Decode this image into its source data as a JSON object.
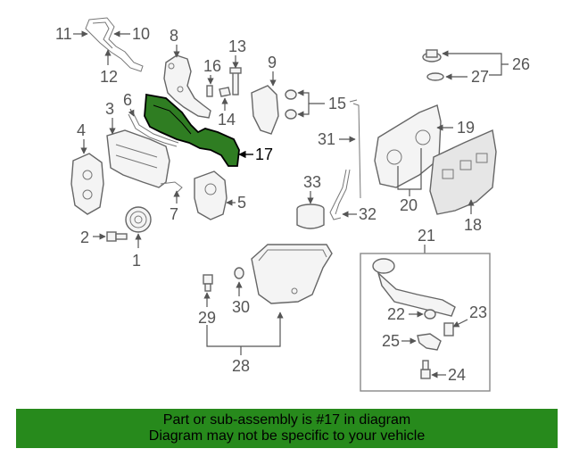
{
  "diagram": {
    "highlighted_part": "17",
    "highlight_color": "#2f7d22",
    "callouts": {
      "c1": "1",
      "c2": "2",
      "c3": "3",
      "c4": "4",
      "c5": "5",
      "c6": "6",
      "c7": "7",
      "c8": "8",
      "c9": "9",
      "c10": "10",
      "c11": "11",
      "c12": "12",
      "c13": "13",
      "c14": "14",
      "c15": "15",
      "c16": "16",
      "c17": "17",
      "c18": "18",
      "c19": "19",
      "c20": "20",
      "c21": "21",
      "c22": "22",
      "c23": "23",
      "c24": "24",
      "c25": "25",
      "c26": "26",
      "c27": "27",
      "c28": "28",
      "c29": "29",
      "c30": "30",
      "c31": "31",
      "c32": "32",
      "c33": "33"
    }
  },
  "banner": {
    "line1": "Part or sub-assembly is #17 in diagram",
    "line2": "Diagram may not be specific to your vehicle",
    "background": "#278a1c"
  }
}
